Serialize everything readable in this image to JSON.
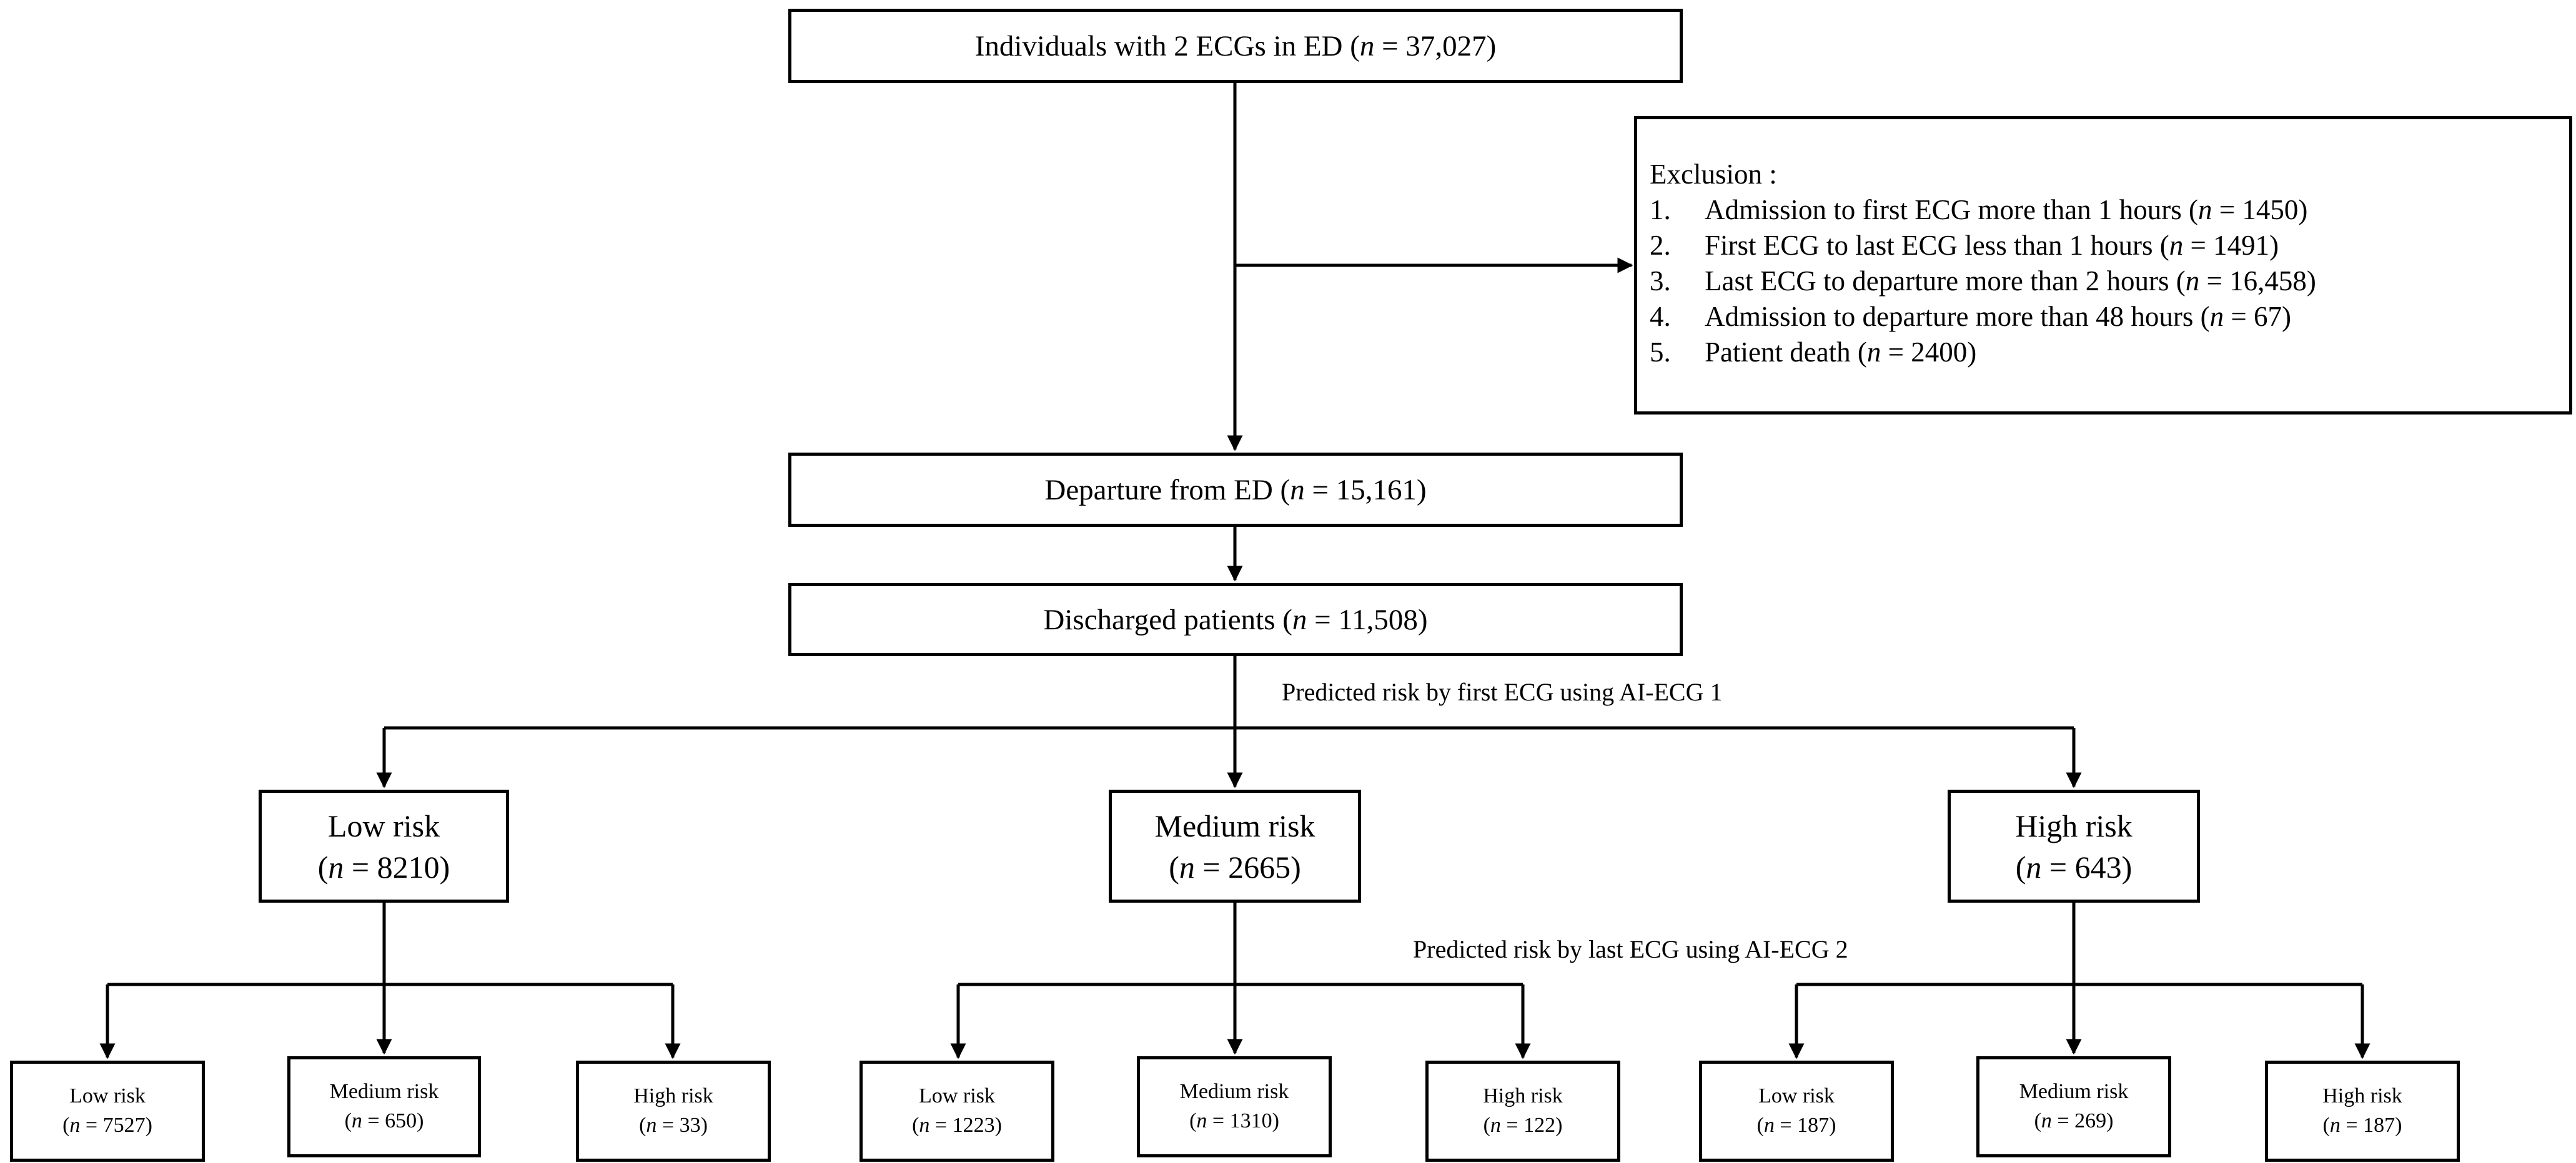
{
  "flowchart": {
    "top": {
      "label": "Individuals with 2 ECGs in ED (",
      "n_var": "n",
      "n_value": " = 37,027)"
    },
    "exclusion": {
      "heading": "Exclusion :",
      "items": [
        {
          "number": "1.",
          "text": "Admission to first ECG more than 1 hours  (",
          "n_var": "n",
          "n_value": " = 1450)"
        },
        {
          "number": "2.",
          "text": "First ECG to last ECG less than 1 hours  (",
          "n_var": "n",
          "n_value": " = 1491)"
        },
        {
          "number": "3.",
          "text": "Last ECG to departure more than 2 hours  (",
          "n_var": "n",
          "n_value": " = 16,458)"
        },
        {
          "number": "4.",
          "text": "Admission to departure more than 48 hours  (",
          "n_var": "n",
          "n_value": " = 67)"
        },
        {
          "number": "5.",
          "text": "Patient death (",
          "n_var": "n",
          "n_value": " = 2400)"
        }
      ]
    },
    "departure": {
      "label": "Departure from ED (",
      "n_var": "n",
      "n_value": " = 15,161)"
    },
    "discharged": {
      "label": "Discharged patients (",
      "n_var": "n",
      "n_value": " = 11,508)"
    },
    "label_first": "Predicted risk by first ECG using AI-ECG 1",
    "label_last": "Predicted risk by last ECG using AI-ECG 2",
    "groups": [
      {
        "label": "Low risk",
        "n_open": "(",
        "n_var": "n",
        "n_value": " = 8210)",
        "children": [
          {
            "label": "Low risk",
            "n_open": "(",
            "n_var": "n",
            "n_value": " = 7527)"
          },
          {
            "label": "Medium risk",
            "n_open": "(",
            "n_var": "n",
            "n_value": " = 650)"
          },
          {
            "label": "High risk",
            "n_open": "(",
            "n_var": "n",
            "n_value": " = 33)"
          }
        ]
      },
      {
        "label": "Medium risk",
        "n_open": "(",
        "n_var": "n",
        "n_value": " = 2665)",
        "children": [
          {
            "label": "Low risk",
            "n_open": "(",
            "n_var": "n",
            "n_value": " = 1223)"
          },
          {
            "label": "Medium risk",
            "n_open": "(",
            "n_var": "n",
            "n_value": " = 1310)"
          },
          {
            "label": "High risk",
            "n_open": "(",
            "n_var": "n",
            "n_value": " = 122)"
          }
        ]
      },
      {
        "label": "High risk",
        "n_open": "(",
        "n_var": "n",
        "n_value": " = 643)",
        "children": [
          {
            "label": "Low risk",
            "n_open": "(",
            "n_var": "n",
            "n_value": " = 187)"
          },
          {
            "label": "Medium risk",
            "n_open": "(",
            "n_var": "n",
            "n_value": " = 269)"
          },
          {
            "label": "High risk",
            "n_open": "(",
            "n_var": "n",
            "n_value": " = 187)"
          }
        ]
      }
    ]
  }
}
